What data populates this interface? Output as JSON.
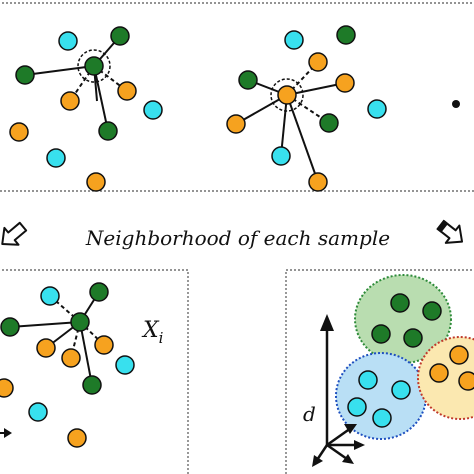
{
  "caption": "Neighborhood of each sample",
  "panel_bottom_left": {
    "variable_label": "X",
    "variable_subscript": "i"
  },
  "panel_bottom_right": {
    "axis_label": "d"
  },
  "colors": {
    "green": "#1e7a28",
    "orange": "#f6a21f",
    "cyan": "#38e0ee",
    "cluster_green": "#b9ddb0",
    "cluster_blue": "#b9dff5",
    "cluster_yellow": "#fbe8b0",
    "stroke": "#111111"
  },
  "icons": [
    "hollow-arrow-down-left-icon",
    "hollow-arrow-down-right-icon",
    "axis-arrows-icon",
    "ellipsis-dot-icon"
  ]
}
